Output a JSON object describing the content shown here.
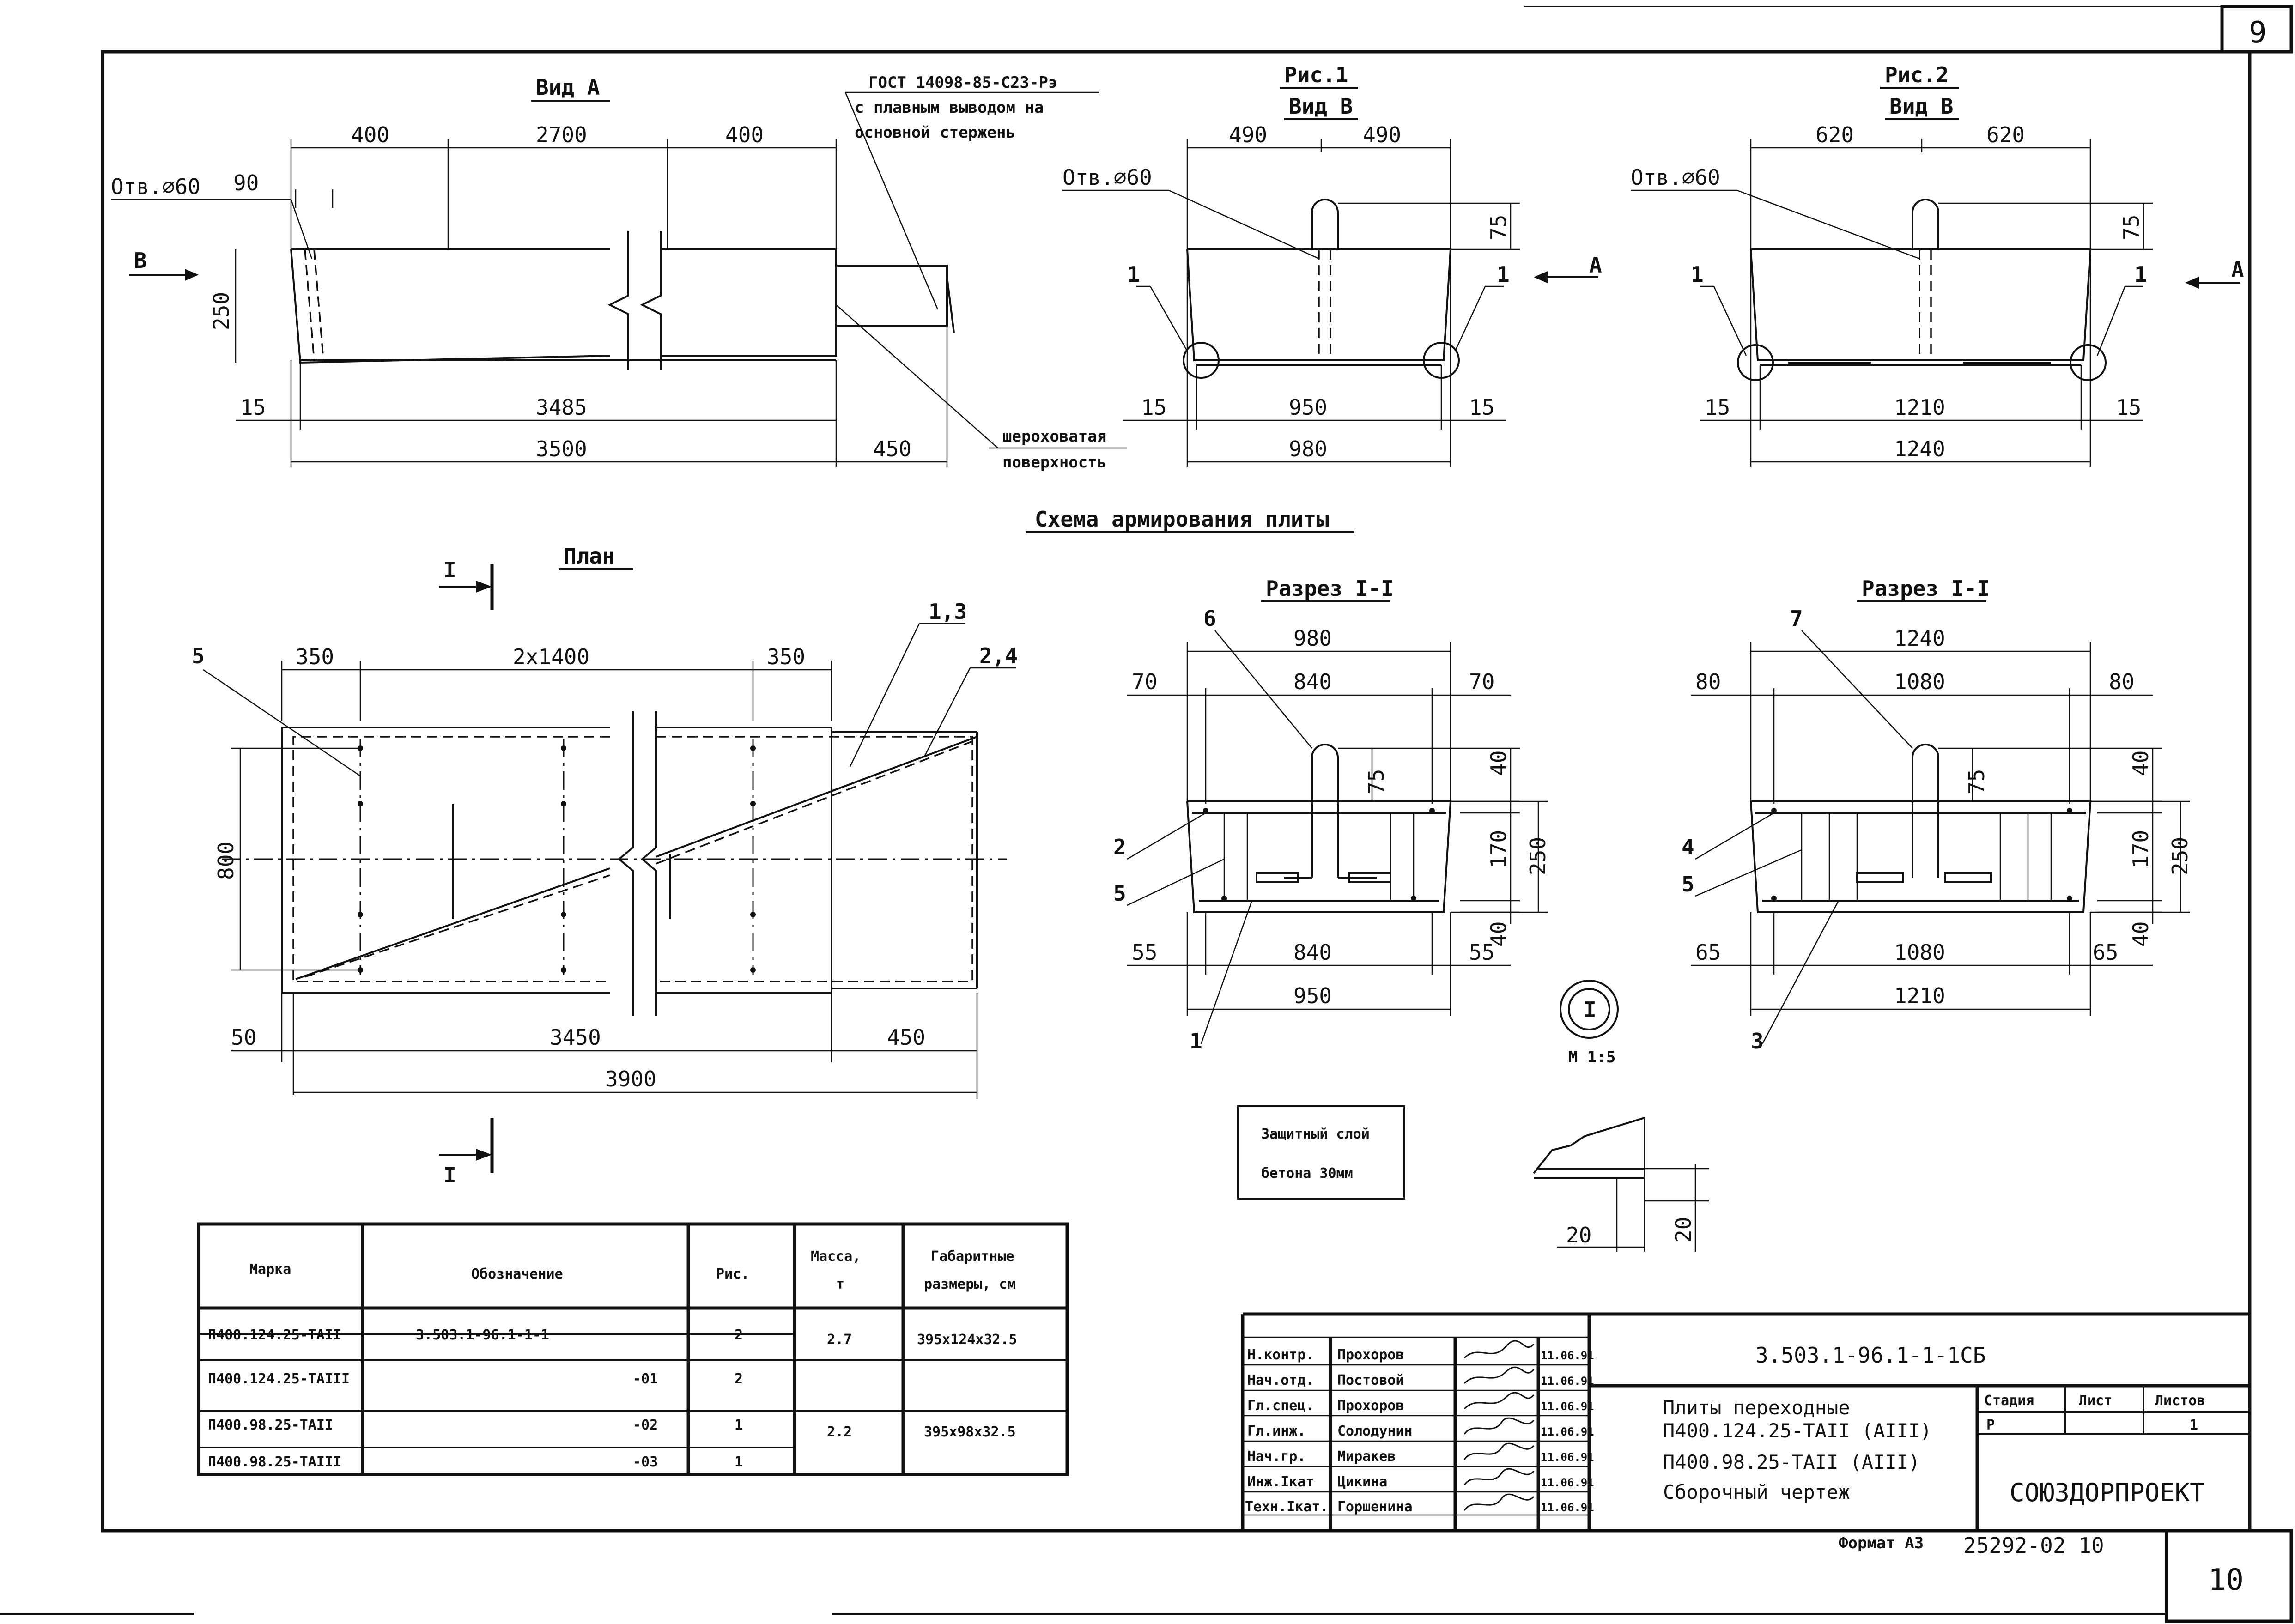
{
  "sheet": {
    "number_top": "9",
    "number_bottom": "10",
    "format": "Формат А3",
    "inv_number": "25292-02 10"
  },
  "view_a": {
    "title": "Вид А",
    "gost_note_1": "ГОСТ 14098-85-С23-Рэ",
    "gost_note_2": "с плавным выводом на",
    "gost_note_3": "основной стержень",
    "hole": "Отв.⌀60",
    "d400a": "400",
    "d2700": "2700",
    "d400b": "400",
    "d90": "90",
    "d250": "250",
    "d15": "15",
    "d3485": "3485",
    "d3500": "3500",
    "d450": "450",
    "arrow_b": "В",
    "rough_1": "шероховатая",
    "rough_2": "поверхность"
  },
  "fig1": {
    "title_1": "Рис.1",
    "title_2": "Вид В",
    "hole": "Отв.⌀60",
    "d490a": "490",
    "d490b": "490",
    "d75": "75",
    "label_1a": "1",
    "label_1b": "1",
    "arrow_a": "А",
    "d15a": "15",
    "d950": "950",
    "d15b": "15",
    "d980": "980"
  },
  "fig2": {
    "title_1": "Рис.2",
    "title_2": "Вид В",
    "hole": "Отв.⌀60",
    "d620a": "620",
    "d620b": "620",
    "d75": "75",
    "label_1a": "1",
    "label_1b": "1",
    "arrow_a": "А",
    "d15a": "15",
    "d1210": "1210",
    "d15b": "15",
    "d1240": "1240"
  },
  "scheme_title": "Схема армирования плиты",
  "plan": {
    "title": "План",
    "section_mark": "I",
    "label_5": "5",
    "label_13": "1,3",
    "label_24": "2,4",
    "d350a": "350",
    "d2x1400": "2х1400",
    "d350b": "350",
    "d800": "800",
    "d50": "50",
    "d3450": "3450",
    "d450": "450",
    "d3900": "3900"
  },
  "section1": {
    "title": "Разрез I-I",
    "d980": "980",
    "d70a": "70",
    "d840": "840",
    "d70b": "70",
    "d40a": "40",
    "d75": "75",
    "d170": "170",
    "d250": "250",
    "d40b": "40",
    "d55a": "55",
    "d840b": "840",
    "d55b": "55",
    "d950": "950",
    "lab_6": "6",
    "lab_2": "2",
    "lab_5": "5",
    "lab_1": "1"
  },
  "section2": {
    "title": "Разрез I-I",
    "d1240": "1240",
    "d80a": "80",
    "d1080": "1080",
    "d80b": "80",
    "d40a": "40",
    "d75": "75",
    "d170": "170",
    "d250": "250",
    "d40b": "40",
    "d65a": "65",
    "d1080b": "1080",
    "d65b": "65",
    "d1210": "1210",
    "lab_7": "7",
    "lab_4": "4",
    "lab_5": "5",
    "lab_3": "3"
  },
  "node": {
    "label": "I",
    "scale": "М 1:5",
    "d20a": "20",
    "d20b": "20"
  },
  "cover_note_1": "Защитный слой",
  "cover_note_2": "бетона 30мм",
  "spec_table": {
    "headers": [
      "Марка",
      "Обозначение",
      "Рис.",
      "Масса,\nт",
      "Габаритные\nразмеры, см"
    ],
    "rows": [
      [
        "П400.124.25-ТАII",
        "3.503.1-96.1-1-1",
        "2"
      ],
      [
        "П400.124.25-ТАIII",
        "-01",
        "2"
      ],
      [
        "П400.98.25-ТАII",
        "-02",
        "1"
      ],
      [
        "П400.98.25-ТАIII",
        "-03",
        "1"
      ]
    ],
    "mass": [
      "2.7",
      "2.2"
    ],
    "dims": [
      "395х124х32.5",
      "395х98х32.5"
    ]
  },
  "title_block": {
    "code": "3.503.1-96.1-1-1СБ",
    "roles": [
      "Н.контр.",
      "Нач.отд.",
      "Гл.спец.",
      "Гл.инж.",
      "Нач.гр.",
      "Инж.Iкат",
      "Техн.Iкат."
    ],
    "names": [
      "Прохоров",
      "Постовой",
      "Прохоров",
      "Солодунин",
      "Миракев",
      "Цикина",
      "Горшенина"
    ],
    "dates": [
      "11.06.91",
      "11.06.91",
      "11.06.91",
      "11.06.91",
      "11.06.91",
      "11.06.91",
      "11.06.91"
    ],
    "desc_1": "Плиты переходные",
    "desc_2": "П400.124.25-ТАII (АIII)",
    "desc_3": "П400.98.25-ТАII (АIII)",
    "desc_4": "Сборочный чертеж",
    "stage_h": "Стадия",
    "sheet_h": "Лист",
    "sheets_h": "Листов",
    "stage": "Р",
    "sheet": "",
    "sheets": "1",
    "org": "СОЮЗДОРПРОЕКТ"
  }
}
